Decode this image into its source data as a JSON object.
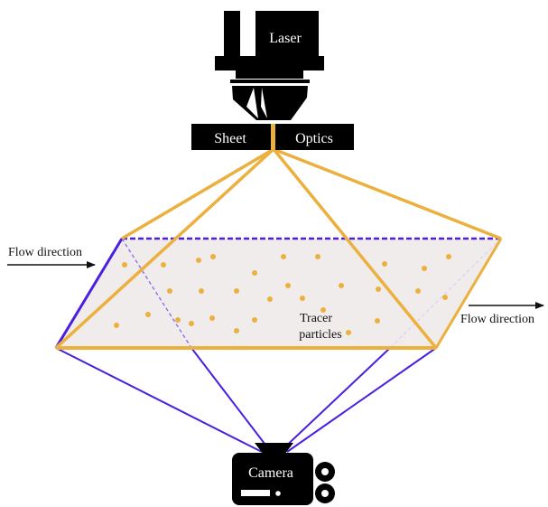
{
  "labels": {
    "laser": "Laser",
    "sheet": "Sheet",
    "optics": "Optics",
    "flow_left": "Flow direction",
    "flow_right": "Flow direction",
    "tracer_line1": "Tracer",
    "tracer_line2": "particles",
    "camera": "Camera"
  },
  "colors": {
    "device": "#000000",
    "light_sheet": "#EBB03E",
    "camera_field": "#4A1FE0",
    "sheet_fill": "#F1ECEC",
    "particle": "#EBB03E"
  }
}
